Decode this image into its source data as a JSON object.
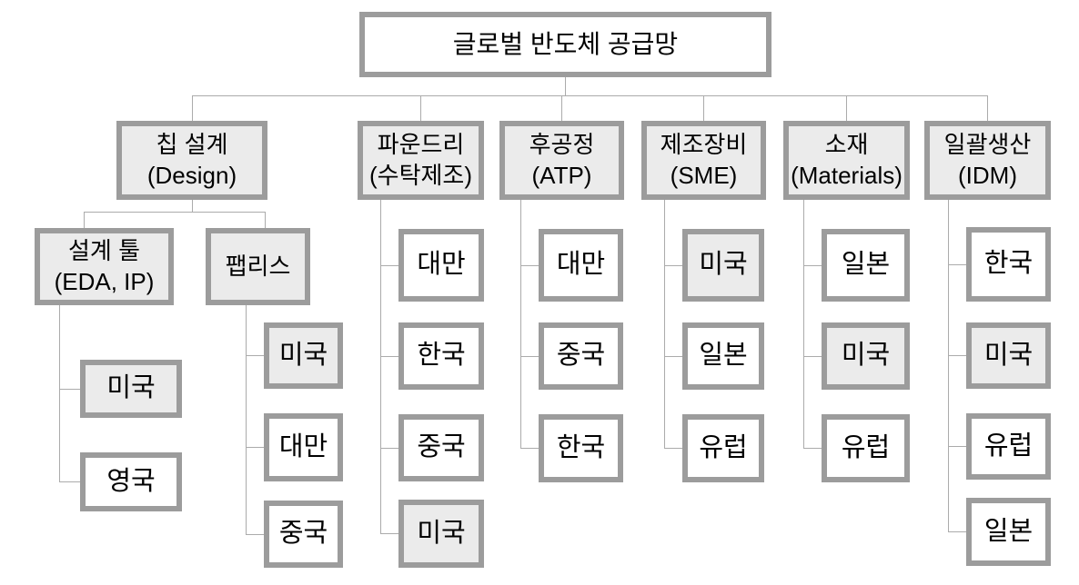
{
  "tree": {
    "root": "글로벌 반도체 공급망",
    "branches": [
      {
        "line1": "칩 설계",
        "line2": "(Design)"
      },
      {
        "line1": "파운드리",
        "line2": "(수탁제조)"
      },
      {
        "line1": "후공정",
        "line2": "(ATP)"
      },
      {
        "line1": "제조장비",
        "line2": "(SME)"
      },
      {
        "line1": "소재",
        "line2": "(Materials)"
      },
      {
        "line1": "일괄생산",
        "line2": "(IDM)"
      }
    ],
    "design_children": [
      {
        "line1": "설계 툴",
        "line2": "(EDA, IP)"
      },
      {
        "line1": "팹리스"
      }
    ],
    "countries": {
      "eda": [
        "미국",
        "영국"
      ],
      "fabless": [
        "미국",
        "대만",
        "중국"
      ],
      "foundry": [
        "대만",
        "한국",
        "중국",
        "미국"
      ],
      "atp": [
        "대만",
        "중국",
        "한국"
      ],
      "sme": [
        "미국",
        "일본",
        "유럽"
      ],
      "materials": [
        "일본",
        "미국",
        "유럽"
      ],
      "idm": [
        "한국",
        "미국",
        "유럽",
        "일본"
      ]
    }
  },
  "colors": {
    "box_border": "#9c9c9c",
    "fill_category": "#ebebeb",
    "fill_plain": "#ffffff",
    "connector_line": "#ababab",
    "text": "#000000"
  }
}
